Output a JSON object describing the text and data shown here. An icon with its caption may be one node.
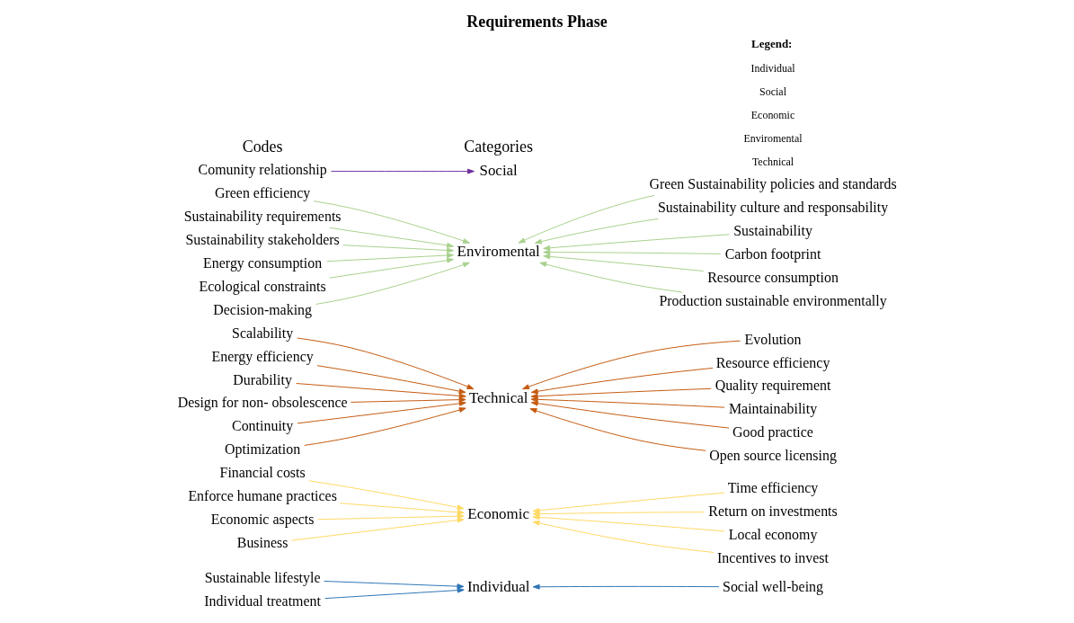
{
  "diagram": {
    "title": "Requirements Phase",
    "nodes": [
      {
        "text": [
          "Comunity relationship"
        ]
      },
      {
        "text": [
          "Social"
        ]
      },
      {
        "text": [
          "Decision-making"
        ]
      },
      {
        "text": [
          "Ecological constraints"
        ]
      },
      {
        "text": [
          "Energy consumption"
        ]
      },
      {
        "text": [
          "Sustainability stakeholders"
        ]
      },
      {
        "text": [
          "Sustainability requirements"
        ]
      },
      {
        "text": [
          "Green efficiency"
        ]
      },
      {
        "text": [
          "Enviromental"
        ]
      },
      {
        "text": [
          "Production sustainable environmentally"
        ]
      },
      {
        "text": [
          "Resource consumption"
        ]
      },
      {
        "text": [
          "Carbon footprint"
        ]
      },
      {
        "text": [
          "Sustainability"
        ]
      },
      {
        "text": [
          "Sustainability culture and responsability"
        ]
      },
      {
        "text": [
          "Green Sustainability policies and standards"
        ]
      },
      {
        "text": [
          "Optimization"
        ]
      },
      {
        "text": [
          "Continuity"
        ]
      },
      {
        "text": [
          "Design for non- obsolescence"
        ]
      },
      {
        "text": [
          "Durability"
        ]
      },
      {
        "text": [
          "Energy efficiency"
        ]
      },
      {
        "text": [
          "Scalability"
        ]
      },
      {
        "text": [
          "Technical"
        ]
      },
      {
        "text": [
          "Open source licensing"
        ]
      },
      {
        "text": [
          "Good practice"
        ]
      },
      {
        "text": [
          "Maintainability"
        ]
      },
      {
        "text": [
          "Quality requirement"
        ]
      },
      {
        "text": [
          "Resource efficiency"
        ]
      },
      {
        "text": [
          "Evolution"
        ]
      },
      {
        "text": [
          "Business"
        ]
      },
      {
        "text": [
          "Economic aspects"
        ]
      },
      {
        "text": [
          "Enforce humane practices"
        ]
      },
      {
        "text": [
          "Financial costs"
        ]
      },
      {
        "text": [
          "Economic"
        ]
      },
      {
        "text": [
          "Incentives to invest"
        ]
      },
      {
        "text": [
          "Local economy"
        ]
      },
      {
        "text": [
          "Return on investments"
        ]
      },
      {
        "text": [
          "Time efficiency"
        ]
      },
      {
        "text": [
          "Individual treatment"
        ]
      },
      {
        "text": [
          "Sustainable lifestyle"
        ]
      },
      {
        "text": [
          "Individual"
        ]
      },
      {
        "text": [
          "Social well-being"
        ]
      }
    ],
    "edges": [
      {
        "from": 0,
        "to": 1,
        "arrow": "to",
        "color": "#7030a0"
      },
      {
        "from": 2,
        "to": 8,
        "arrow": "to",
        "color": "#a9d18e"
      },
      {
        "from": 3,
        "to": 8,
        "arrow": "to",
        "color": "#a9d18e"
      },
      {
        "from": 4,
        "to": 8,
        "arrow": "to",
        "color": "#a9d18e"
      },
      {
        "from": 5,
        "to": 8,
        "arrow": "to",
        "color": "#a9d18e"
      },
      {
        "from": 6,
        "to": 8,
        "arrow": "to",
        "color": "#a9d18e"
      },
      {
        "from": 7,
        "to": 8,
        "arrow": "to",
        "color": "#a9d18e"
      },
      {
        "from": 9,
        "to": 8,
        "arrow": "to",
        "color": "#a9d18e"
      },
      {
        "from": 10,
        "to": 8,
        "arrow": "to",
        "color": "#a9d18e"
      },
      {
        "from": 11,
        "to": 8,
        "arrow": "to",
        "color": "#a9d18e"
      },
      {
        "from": 12,
        "to": 8,
        "arrow": "to",
        "color": "#a9d18e"
      },
      {
        "from": 13,
        "to": 8,
        "arrow": "to",
        "color": "#a9d18e"
      },
      {
        "from": 14,
        "to": 8,
        "arrow": "to",
        "color": "#a9d18e"
      },
      {
        "from": 15,
        "to": 21,
        "arrow": "to",
        "color": "#c55a11"
      },
      {
        "from": 16,
        "to": 21,
        "arrow": "to",
        "color": "#c55a11"
      },
      {
        "from": 17,
        "to": 21,
        "arrow": "to",
        "color": "#c55a11"
      },
      {
        "from": 18,
        "to": 21,
        "arrow": "to",
        "color": "#c55a11"
      },
      {
        "from": 19,
        "to": 21,
        "arrow": "to",
        "color": "#c55a11"
      },
      {
        "from": 20,
        "to": 21,
        "arrow": "to",
        "color": "#c55a11"
      },
      {
        "from": 22,
        "to": 21,
        "arrow": "to",
        "color": "#c55a11"
      },
      {
        "from": 23,
        "to": 21,
        "arrow": "to",
        "color": "#c55a11"
      },
      {
        "from": 24,
        "to": 21,
        "arrow": "to",
        "color": "#c55a11"
      },
      {
        "from": 25,
        "to": 21,
        "arrow": "to",
        "color": "#c55a11"
      },
      {
        "from": 26,
        "to": 21,
        "arrow": "to",
        "color": "#c55a11"
      },
      {
        "from": 27,
        "to": 21,
        "arrow": "to",
        "color": "#c55a11"
      },
      {
        "from": 28,
        "to": 32,
        "arrow": "to",
        "color": "#ffd966"
      },
      {
        "from": 29,
        "to": 32,
        "arrow": "to",
        "color": "#ffd966"
      },
      {
        "from": 30,
        "to": 32,
        "arrow": "to",
        "color": "#ffd966"
      },
      {
        "from": 31,
        "to": 32,
        "arrow": "to",
        "color": "#ffd966"
      },
      {
        "from": 33,
        "to": 32,
        "arrow": "to",
        "color": "#ffd966"
      },
      {
        "from": 34,
        "to": 32,
        "arrow": "to",
        "color": "#ffd966"
      },
      {
        "from": 35,
        "to": 32,
        "arrow": "to",
        "color": "#ffd966"
      },
      {
        "from": 36,
        "to": 32,
        "arrow": "to",
        "color": "#ffd966"
      },
      {
        "from": 37,
        "to": 39,
        "arrow": "to",
        "color": "#2e75b6"
      },
      {
        "from": 38,
        "to": 39,
        "arrow": "to",
        "color": "#2e75b6"
      },
      {
        "from": 40,
        "to": 39,
        "arrow": "to",
        "color": "#2e75b6"
      }
    ],
    "labels": [
      "Codes",
      "Categories",
      "Legend:"
    ],
    "legend": [
      {
        "text": "Individual"
      },
      {
        "text": "Social"
      },
      {
        "text": "Economic"
      },
      {
        "text": "Enviromental"
      },
      {
        "text": "Technical"
      }
    ]
  }
}
